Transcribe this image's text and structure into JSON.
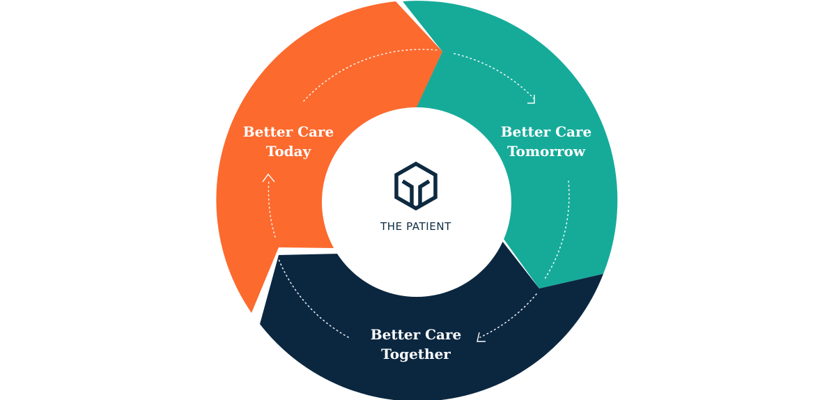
{
  "diagram": {
    "center": {
      "label": "THE PATIENT",
      "logo_icon": "hexagon-logo-icon",
      "logo_color": "#0d2a40"
    },
    "segments": [
      {
        "name": "today",
        "line1": "Better Care",
        "line2": "Today",
        "color": "#fc6a2e"
      },
      {
        "name": "tomorrow",
        "line1": "Better Care",
        "line2": "Tomorrow",
        "color": "#16ab99"
      },
      {
        "name": "together",
        "line1": "Better Care",
        "line2": "Together",
        "color": "#0b2740"
      }
    ],
    "flow_direction": "clockwise"
  }
}
